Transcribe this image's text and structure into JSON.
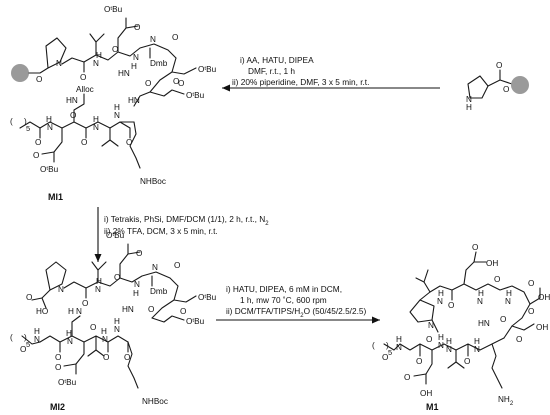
{
  "colors": {
    "bead": "#9a9a9a",
    "ink": "#111111"
  },
  "compounds": {
    "mi1": "MI1",
    "mi2": "MI2",
    "m1": "M1"
  },
  "conditions": {
    "step1": {
      "line1": "i) AA, HATU, DIPEA",
      "line2": "DMF, r.t., 1 h",
      "line3": "ii) 20% piperidine, DMF, 3 x 5 min, r.t."
    },
    "step2": {
      "line1": "i) Tetrakis, PhSi, DMF/DCM (1/1), 2 h, r.t., N",
      "line1_sub": "2",
      "line2": "ii) 2% TFA, DCM, 3 x 5 min, r.t."
    },
    "step3": {
      "line1": "i)  HATU, DIPEA, 6 mM in DCM,",
      "line2": "1 h, mw 70 ˚C, 600 rpm",
      "line3": "ii) DCM/TFA/TIPS/H",
      "line3_sub": "2",
      "line3_end": "O (50/45/2.5/2.5)"
    }
  },
  "labels": {
    "otbu": "OᵗBu",
    "o": "O",
    "h": "H",
    "n": "N",
    "nh": "NH",
    "hn": "HN",
    "ho": "HO",
    "oh": "OH",
    "dmb": "Dmb",
    "alloc": "Alloc",
    "nhboc": "NHBoc",
    "nh2": "NH",
    "nh2_sub": "2",
    "n5": "5"
  }
}
